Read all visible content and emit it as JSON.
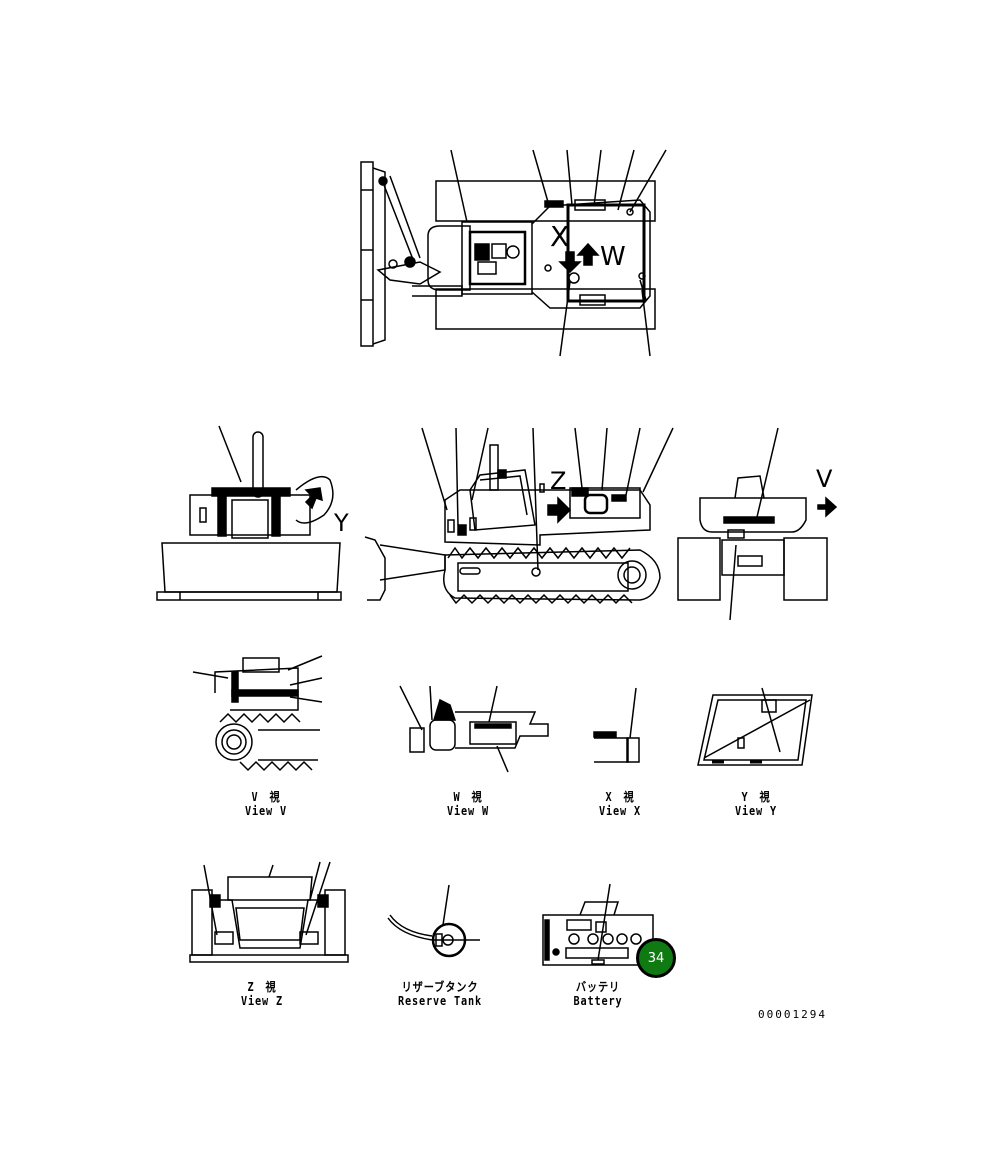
{
  "figure": {
    "part_number": "00001294",
    "page_badge": "34",
    "badge_color": "#0f7a12",
    "view_letters": {
      "top_x": "X",
      "top_w": "W",
      "front_y": "Y",
      "side_z": "Z",
      "rear_v": "V"
    },
    "views": [
      {
        "id": "V",
        "jp": "V　視",
        "en": "View V"
      },
      {
        "id": "W",
        "jp": "W　視",
        "en": "View W"
      },
      {
        "id": "X",
        "jp": "X　視",
        "en": "View X"
      },
      {
        "id": "Y",
        "jp": "Y　視",
        "en": "View Y"
      },
      {
        "id": "Z",
        "jp": "Z　視",
        "en": "View Z"
      },
      {
        "id": "reserve_tank",
        "jp": "リザーブタンク",
        "en": "Reserve Tank"
      },
      {
        "id": "battery",
        "jp": "バッテリ",
        "en": "Battery"
      }
    ]
  }
}
